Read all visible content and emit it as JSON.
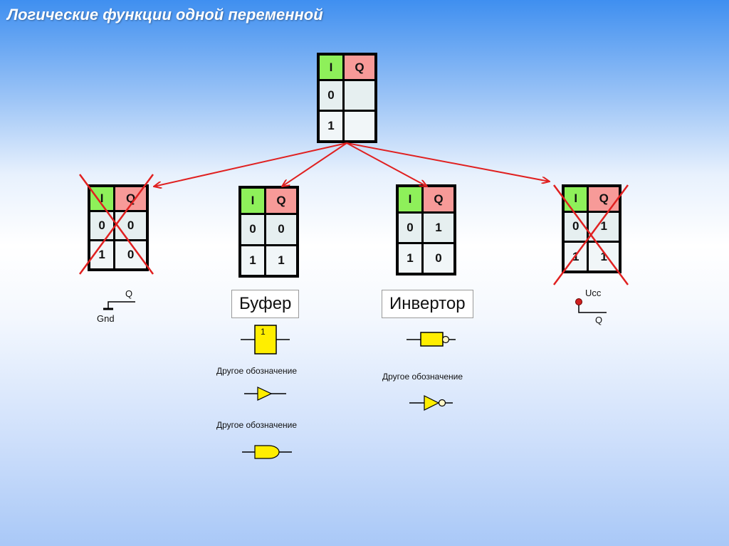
{
  "title": "Логические функции одной переменной",
  "tables": [
    {
      "id": "top",
      "headers": [
        "I",
        "Q"
      ],
      "rows": [
        [
          "0",
          ""
        ],
        [
          "1",
          ""
        ]
      ],
      "crossed": false
    },
    {
      "id": "const-zero",
      "headers": [
        "I",
        "Q"
      ],
      "rows": [
        [
          "0",
          "0"
        ],
        [
          "1",
          "0"
        ]
      ],
      "crossed": true
    },
    {
      "id": "buffer",
      "headers": [
        "I",
        "Q"
      ],
      "rows": [
        [
          "0",
          "0"
        ],
        [
          "1",
          "1"
        ]
      ],
      "crossed": false
    },
    {
      "id": "inverter",
      "headers": [
        "I",
        "Q"
      ],
      "rows": [
        [
          "0",
          "1"
        ],
        [
          "1",
          "0"
        ]
      ],
      "crossed": false
    },
    {
      "id": "const-one",
      "headers": [
        "I",
        "Q"
      ],
      "rows": [
        [
          "0",
          "1"
        ],
        [
          "1",
          "1"
        ]
      ],
      "crossed": true
    }
  ],
  "labels": {
    "buffer": "Буфер",
    "inverter": "Инвертор"
  },
  "other_notation": "Другое обозначение",
  "gnd_symbol": {
    "q": "Q",
    "gnd": "Gnd"
  },
  "ucc_symbol": {
    "ucc": "Ucc",
    "q": "Q"
  },
  "buffer_gate_label": "1",
  "colors": {
    "arrow": "#e02020",
    "gate": "#ffee00",
    "input_header": "#8ef05a",
    "output_header": "#f79a98"
  }
}
